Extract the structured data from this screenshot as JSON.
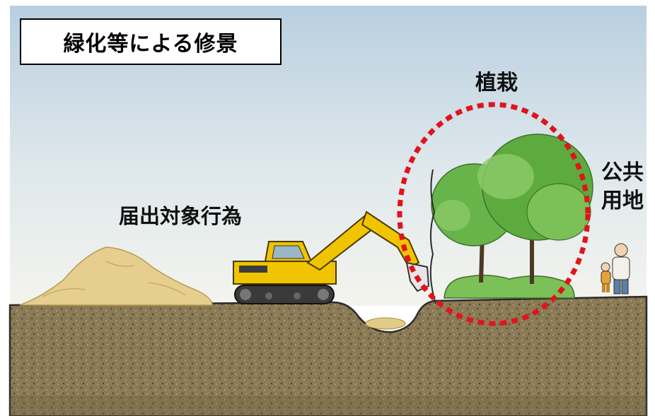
{
  "title": "緑化等による修景",
  "labels": {
    "planting": "植栽",
    "notified_action": "届出対象行為",
    "public_land_line1": "公共",
    "public_land_line2": "用地"
  },
  "colors": {
    "sky_top": "#b9cfe0",
    "sky_bottom": "#f4f4ee",
    "soil": "#8a7a55",
    "excavator": "#f0c400",
    "tree_green": "#5dab3f",
    "circle_highlight": "#e0141c"
  }
}
